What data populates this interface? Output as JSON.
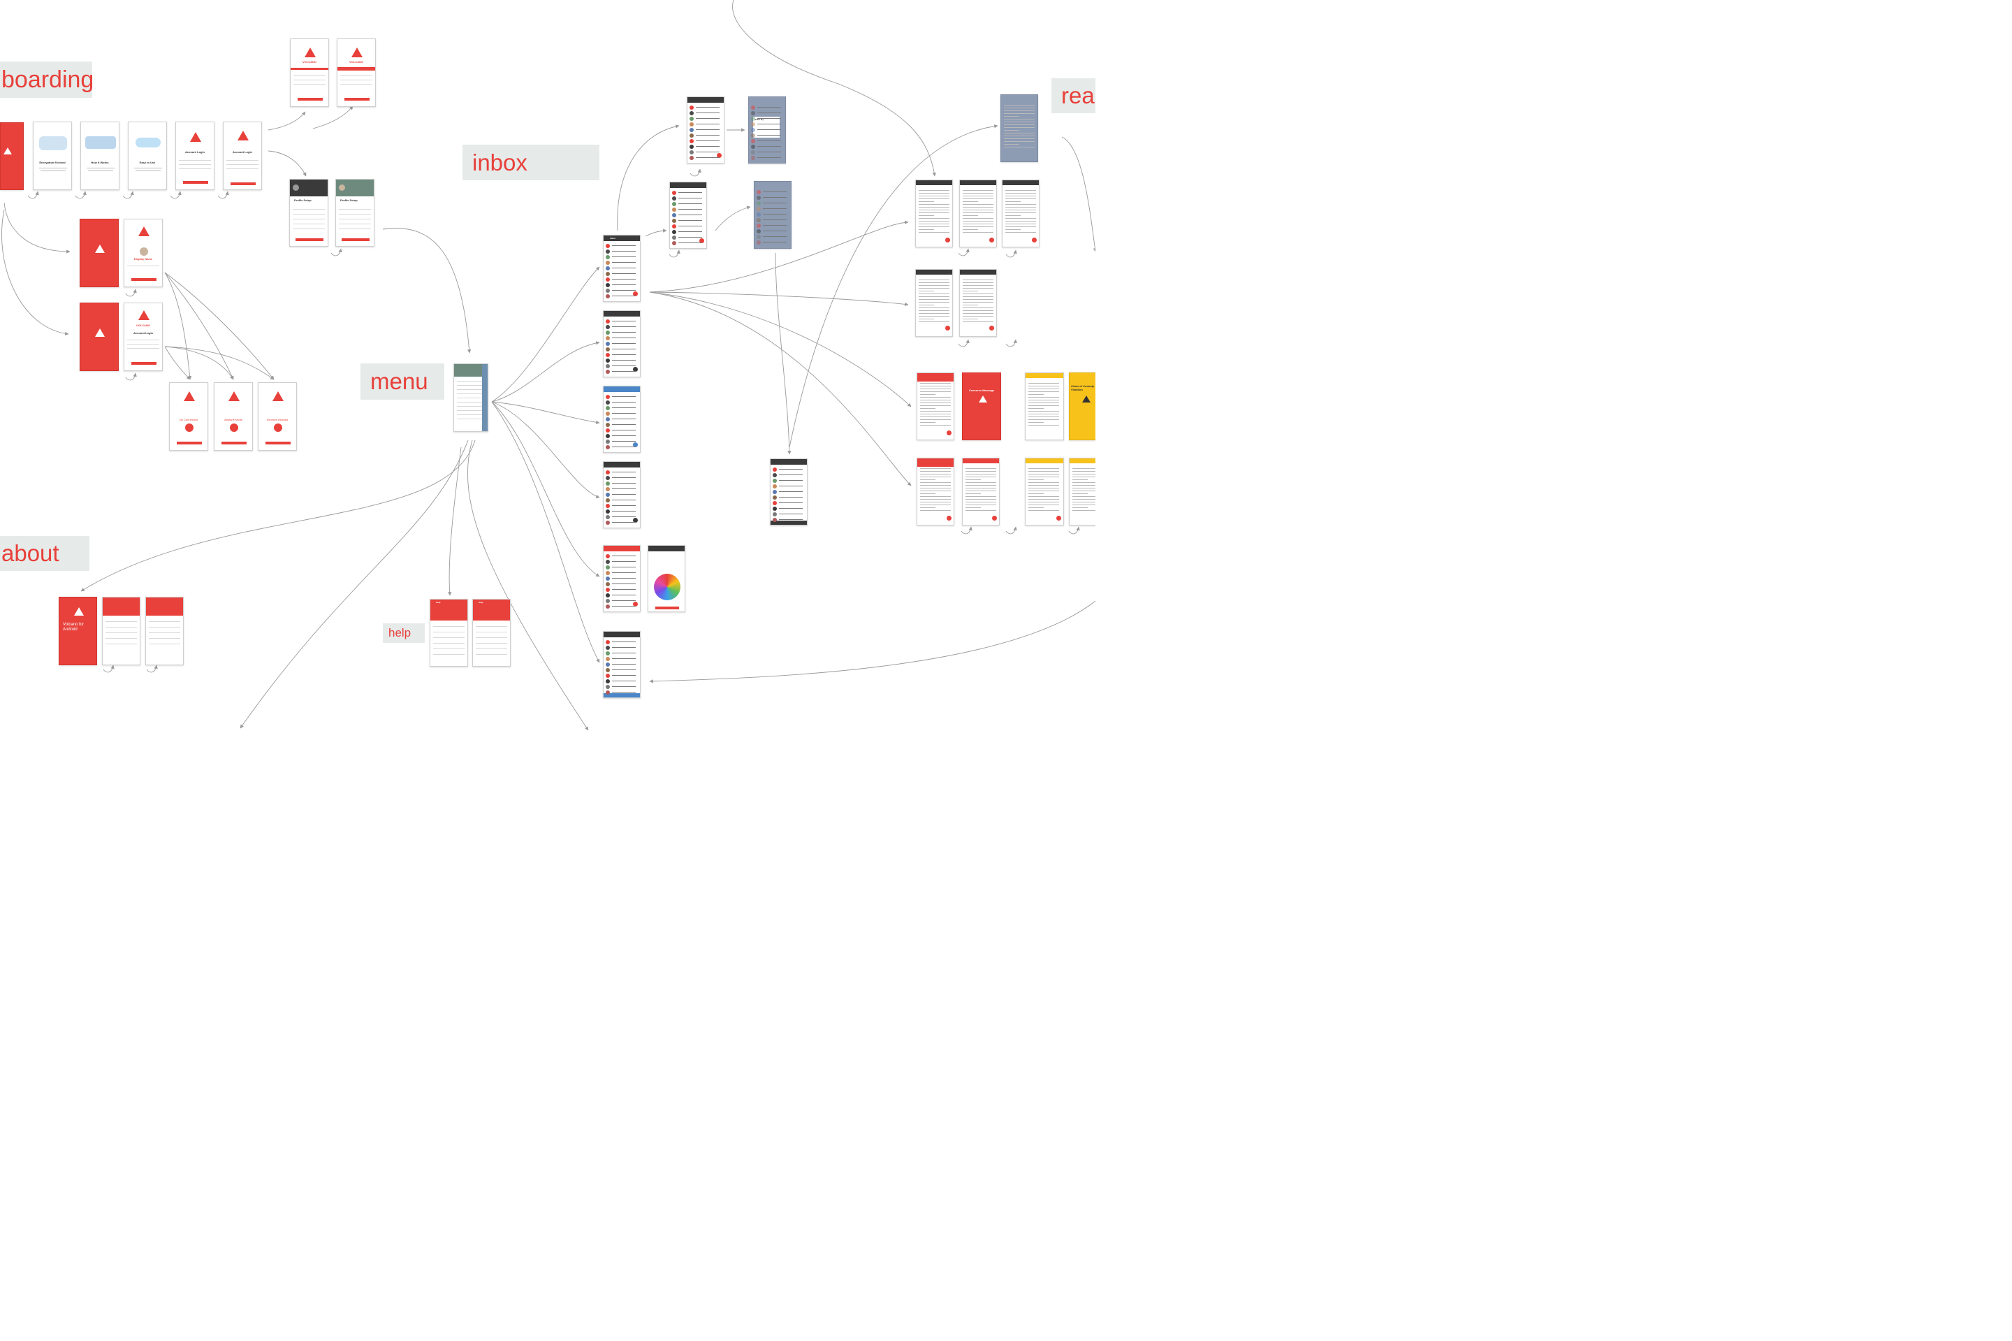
{
  "diagram": {
    "sections": [
      {
        "id": "onboarding",
        "label": "boarding"
      },
      {
        "id": "inbox",
        "label": "inbox"
      },
      {
        "id": "menu",
        "label": "menu"
      },
      {
        "id": "about",
        "label": "about"
      },
      {
        "id": "help",
        "label": "help"
      },
      {
        "id": "read",
        "label": "read"
      }
    ],
    "screen_texts": {
      "brand": "VOLCANO",
      "encryption_evolved": "Encryption Evolved",
      "how_it_works": "How it Works",
      "easy_to_use": "Easy to Use",
      "account_login": "Account Login",
      "profile_setup": "Profile Setup",
      "display_name": "Display Name",
      "no_connection": "No Connection",
      "airplane_mode": "Airplane Mode",
      "services_blocked": "Services Blocked",
      "filter_by": "Filter By",
      "inbox_title": "Inbox",
      "censorex_message": "Censorex Message",
      "chain_of_custody": "Chain of Custody Violation",
      "volcano_for_android": "Volcano for Android",
      "help_title": "Help"
    },
    "colors": {
      "accent": "#e8403a",
      "label_bg": "#e6ebea",
      "slate": "#8d9bb3",
      "dark": "#3a3a3a",
      "blue": "#4a86c8",
      "yellow": "#f7c21a",
      "arrow": "#9a9a9a"
    }
  }
}
